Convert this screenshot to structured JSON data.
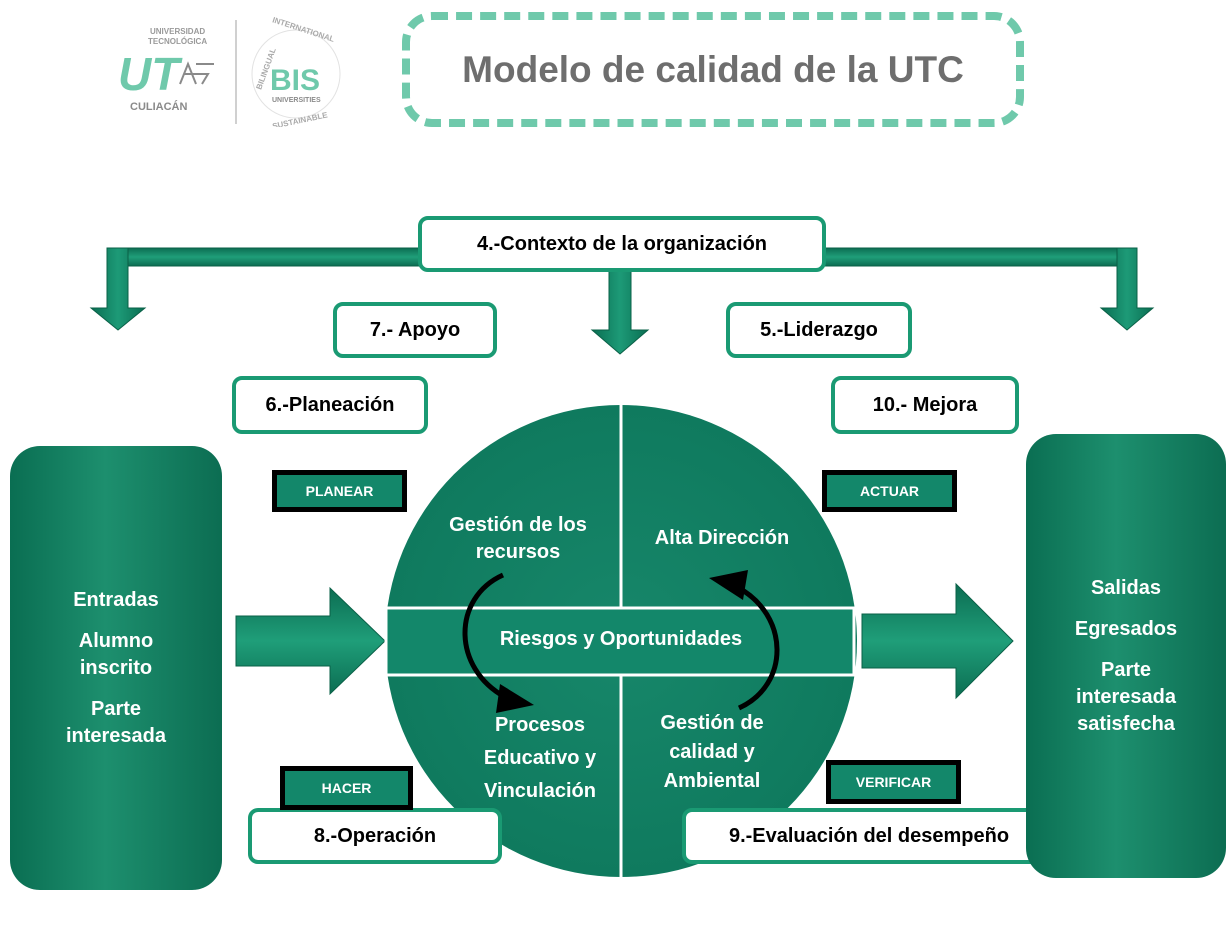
{
  "header": {
    "title": "Modelo de calidad de la UTC",
    "logo_ut": {
      "top_line1": "UNIVERSIDAD",
      "top_line2": "TECNOLÓGICA",
      "mark": "UT",
      "city": "CULIACÁN"
    },
    "logo_bis": {
      "mark": "BIS",
      "sub": "UNIVERSITIES",
      "ring_top": "INTERNATIONAL",
      "ring_left": "BILINGUAL",
      "ring_bottom": "SUSTAINABLE"
    }
  },
  "labels": {
    "contexto": "4.-Contexto de la organización",
    "apoyo": "7.- Apoyo",
    "liderazgo": "5.-Liderazgo",
    "planeacion": "6.-Planeación",
    "mejora": "10.- Mejora",
    "operacion": "8.-Operación",
    "evaluacion": "9.-Evaluación del desempeño"
  },
  "phases": {
    "planear": "PLANEAR",
    "actuar": "ACTUAR",
    "hacer": "HACER",
    "verificar": "VERIFICAR"
  },
  "inputs": {
    "line1": "Entradas",
    "line2": "Alumno",
    "line3": "inscrito",
    "line4": "Parte",
    "line5": "interesada"
  },
  "outputs": {
    "line1": "Salidas",
    "line2": "Egresados",
    "line3": "Parte",
    "line4": "interesada",
    "line5": "satisfecha"
  },
  "circle": {
    "q1_line1": "Gestión de los",
    "q1_line2": "recursos",
    "q2_line1": "Alta Dirección",
    "band": "Riesgos y Oportunidades",
    "q3_line1": "Procesos",
    "q3_line2": "Educativo y",
    "q3_line3": "Vinculación",
    "q4_line1": "Gestión de",
    "q4_line2": "calidad y",
    "q4_line3": "Ambiental"
  },
  "colors": {
    "primary_green": "#13876a",
    "dark_green": "#0a6e52",
    "border_green": "#1a9a73",
    "dashed_title_border": "#6fc9ab",
    "title_text": "#6e6e6e"
  }
}
